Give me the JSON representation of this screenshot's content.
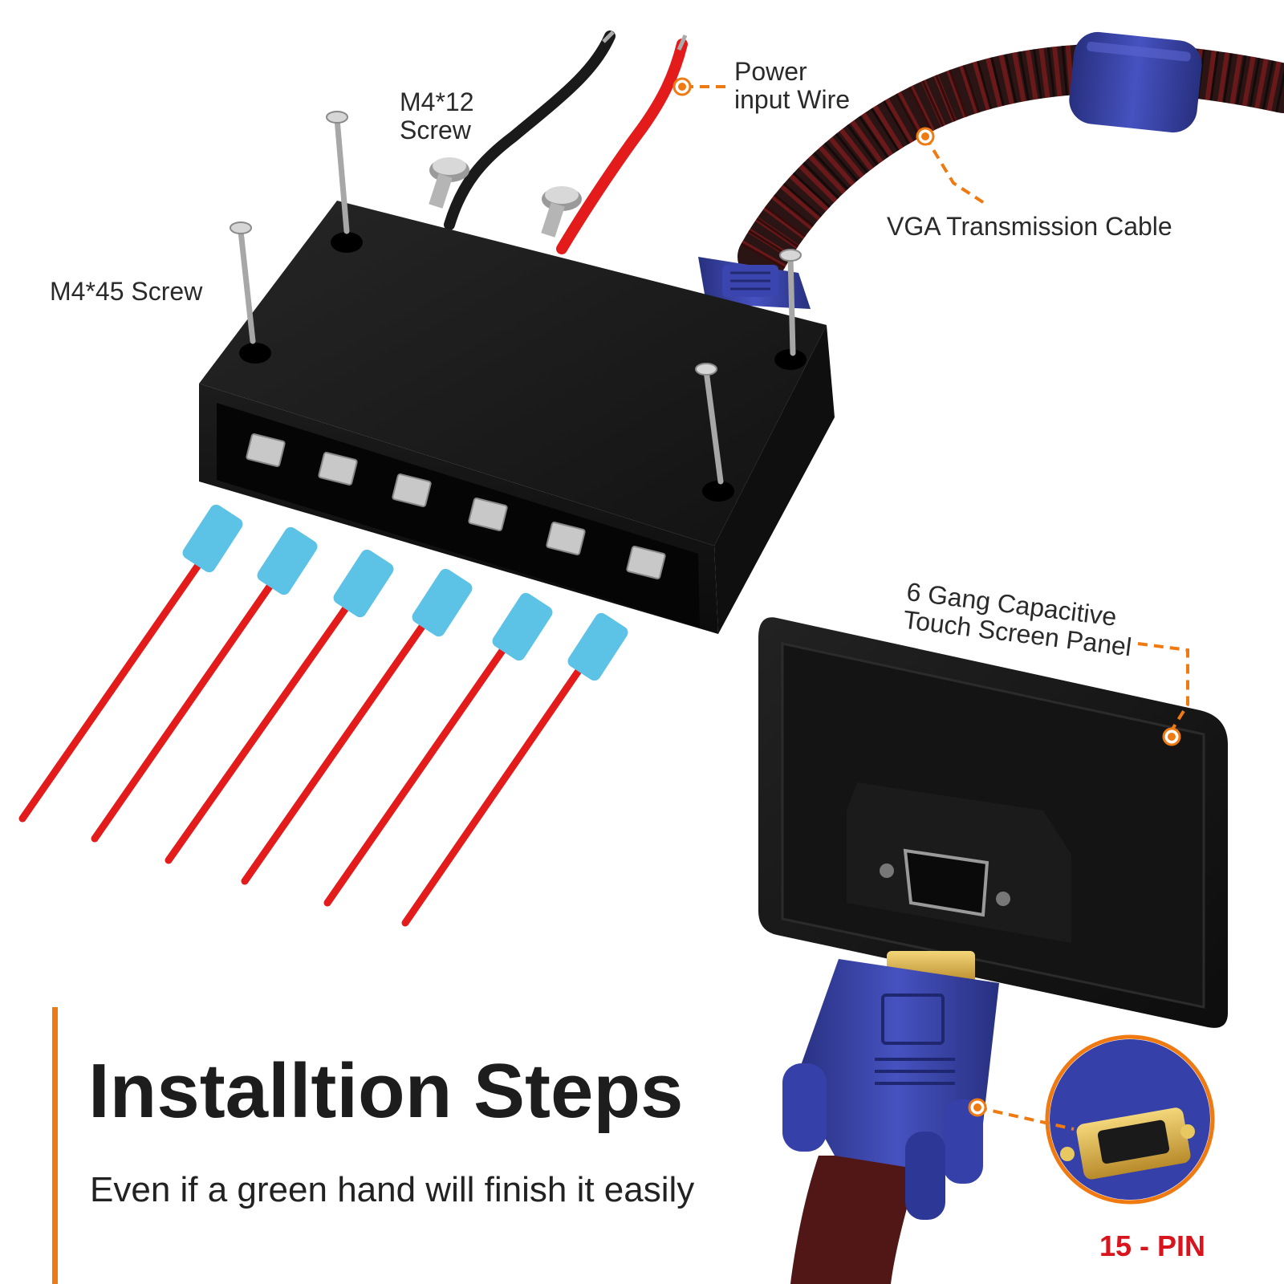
{
  "colors": {
    "accent": "#f07a12",
    "wire_red": "#e31b1b",
    "label_red": "#d8141c",
    "connector_blue": "#3540a8",
    "terminal_blue": "#5cc3e6",
    "box_black": "#151515"
  },
  "labels": {
    "power_line1": "Power",
    "power_line2": "input Wire",
    "m412_line1": "M4*12",
    "m412_line2": "Screw",
    "m445": "M4*45 Screw",
    "vga_cable": "VGA Transmission Cable",
    "panel_line1": "6 Gang Capacitive",
    "panel_line2": "Touch Screen Panel",
    "pin": "15 - PIN"
  },
  "heading": "Installtion Steps",
  "subheading": "Even if a green hand will finish it easily",
  "icons": [
    "screw-icon",
    "vga-plug-icon",
    "terminal-connector-icon",
    "callout-dot-icon"
  ]
}
